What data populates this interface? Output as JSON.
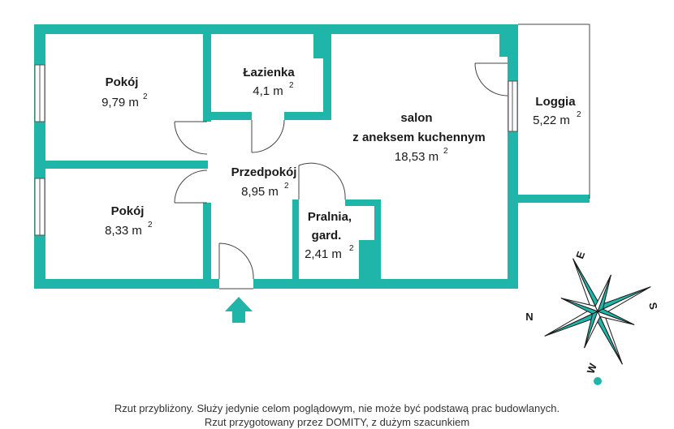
{
  "colors": {
    "wall": "#1fb5a8",
    "line": "#333333",
    "background": "#ffffff"
  },
  "rooms": [
    {
      "id": "pokoj-1",
      "name": "Pokój",
      "area": "9,79 m",
      "unit_sup": "2"
    },
    {
      "id": "lazienka",
      "name": "Łazienka",
      "area": "4,1 m",
      "unit_sup": "2"
    },
    {
      "id": "salon",
      "name": "salon",
      "name2": "z aneksem kuchennym",
      "area": "18,53 m",
      "unit_sup": "2"
    },
    {
      "id": "loggia",
      "name": "Loggia",
      "area": "5,22 m",
      "unit_sup": "2"
    },
    {
      "id": "przedpokoj",
      "name": "Przedpokój",
      "area": "8,95 m",
      "unit_sup": "2"
    },
    {
      "id": "pokoj-2",
      "name": "Pokój",
      "area": "8,33 m",
      "unit_sup": "2"
    },
    {
      "id": "pralnia",
      "name": "Pralnia,",
      "name2": "gard.",
      "area": "2,41 m",
      "unit_sup": "2"
    }
  ],
  "compass": {
    "north": "N",
    "east": "E",
    "south": "S",
    "west": "W"
  },
  "entrance_icon": "entrance-arrow-icon",
  "disclaimer": "Rzut przybliżony. Służy jedynie celom poglądowym, nie może być podstawą prac budowlanych.",
  "disclaimer_line2": "Rzut przygotowany przez DOMITY, z dużym szacunkiem"
}
